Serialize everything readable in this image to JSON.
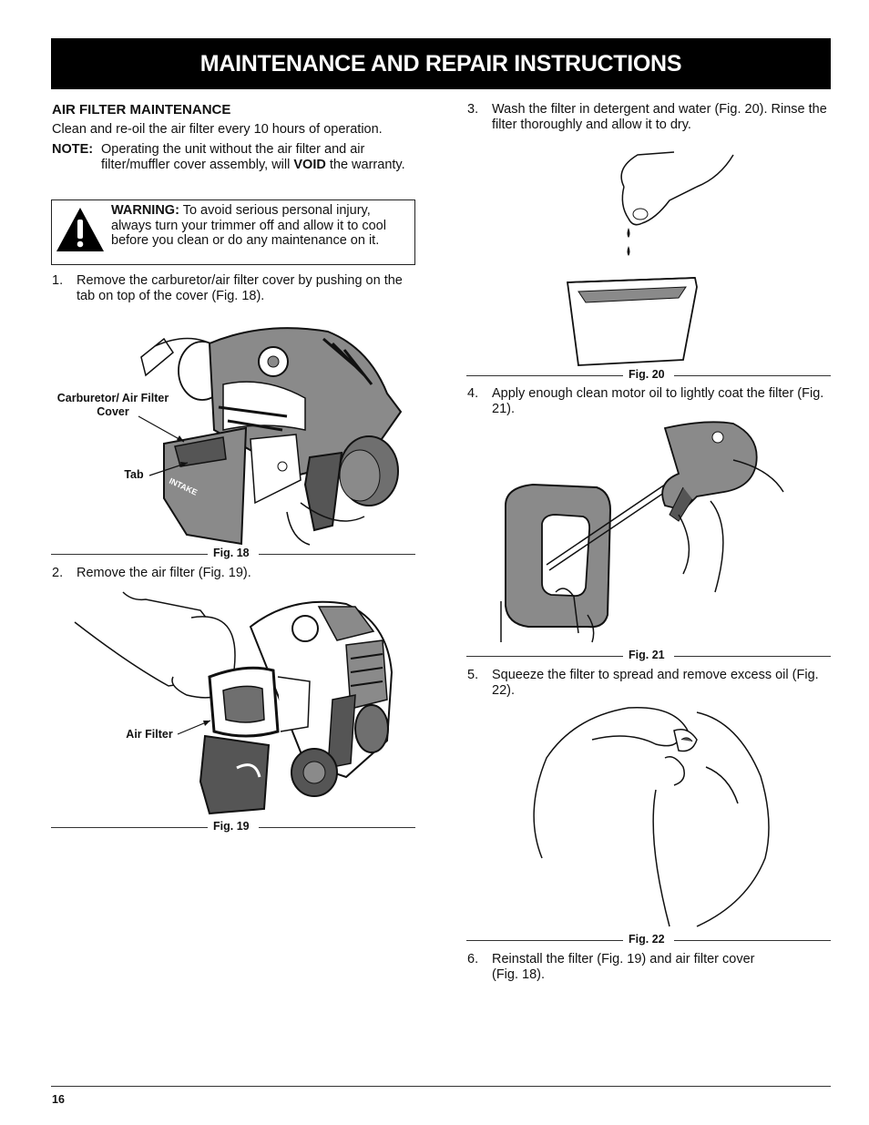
{
  "header": {
    "title": "MAINTENANCE AND REPAIR INSTRUCTIONS"
  },
  "left": {
    "section_title": "AIR FILTER MAINTENANCE",
    "intro": "Clean and re-oil the air filter every 10 hours of operation.",
    "note_label": "NOTE:",
    "note_pre": "Operating the unit without the air filter and air filter/muffler cover assembly, will ",
    "note_bold": "VOID",
    "note_post": " the warranty.",
    "warning_label": "WARNING:",
    "warning_text": " To avoid serious personal injury, always turn your trimmer off and allow it to cool before you clean or do any maintenance on it.",
    "step1_num": "1.",
    "step1_text": "Remove the carburetor/air filter cover by pushing on the tab on top of the cover (Fig. 18).",
    "fig18_callout_cover": "Carburetor/ Air Filter Cover",
    "fig18_callout_tab": "Tab",
    "fig18_cover_text": "INTAKE",
    "fig18_caption": "Fig. 18",
    "step2_num": "2.",
    "step2_text": "Remove the air filter (Fig. 19).",
    "fig19_callout": "Air Filter",
    "fig19_caption": "Fig. 19"
  },
  "right": {
    "step3_num": "3.",
    "step3_text": "Wash the filter in detergent and water (Fig. 20). Rinse the filter thoroughly and allow it to dry.",
    "fig20_caption": "Fig. 20",
    "step4_num": "4.",
    "step4_text": "Apply enough clean motor oil to lightly coat the filter (Fig. 21).",
    "fig21_caption": "Fig. 21",
    "step5_num": "5.",
    "step5_text": "Squeeze the filter to spread and remove excess oil (Fig. 22).",
    "fig22_caption": "Fig. 22",
    "step6_num": "6.",
    "step6_text": "Reinstall the filter (Fig. 19) and air filter cover (Fig. 18)."
  },
  "footer": {
    "page_number": "16"
  },
  "colors": {
    "banner_bg": "#000000",
    "banner_text": "#ffffff",
    "illustration_gray": "#8a8a8a"
  },
  "icons": {
    "warning": "warning-triangle-icon"
  }
}
